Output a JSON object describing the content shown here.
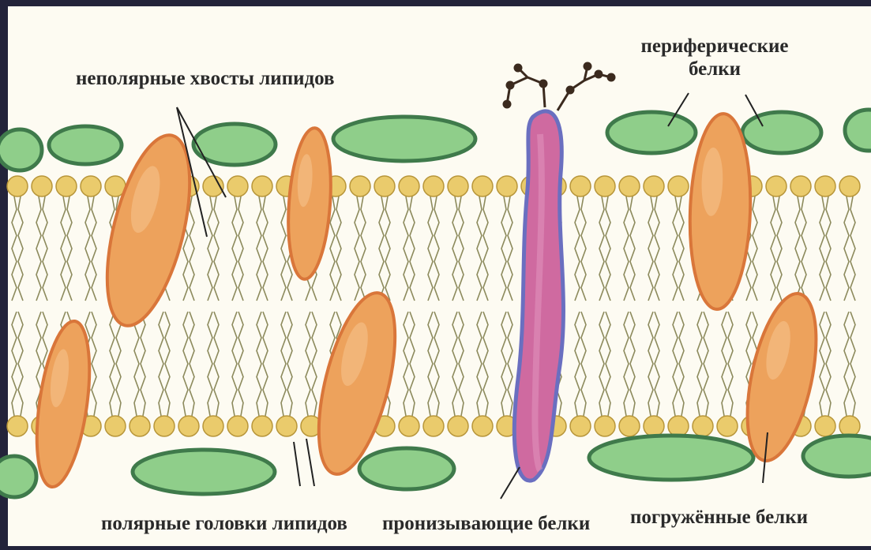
{
  "labels": {
    "nonpolar_tails": "неполярные хвосты липидов",
    "peripheral_line1": "периферические",
    "peripheral_line2": "белки",
    "polar_heads": "полярные головки липидов",
    "penetrating": "пронизывающие белки",
    "immersed": "погружённые белки"
  },
  "colors": {
    "frame": "#23233a",
    "background": "#fdfbf2",
    "lipid_head": "#eacb6c",
    "lipid_head_edge": "#b8963a",
    "lipid_tail": "#8c8a5c",
    "peripheral_protein": "#8fce8a",
    "peripheral_protein_edge": "#3f7a4b",
    "immersed_protein": "#eda25c",
    "immersed_protein_edge": "#d9763a",
    "penetrating_protein": "#cf6aa0",
    "penetrating_protein_edge": "#6a6fc0",
    "glycan": "#3b2a1e"
  }
}
